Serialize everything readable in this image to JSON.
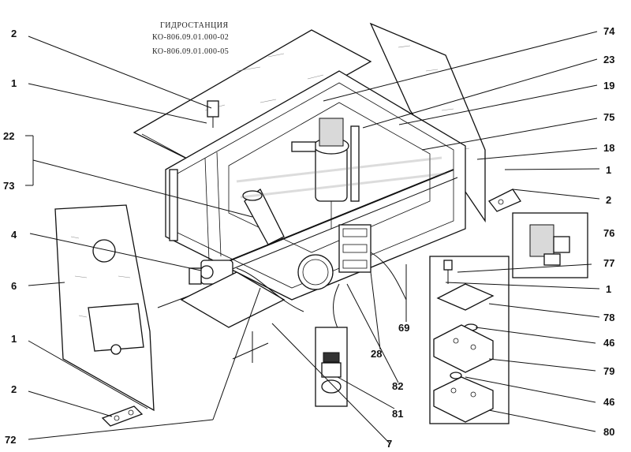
{
  "title": {
    "line1": "ГИДРОСТАНЦИЯ",
    "line2": "КО-806.09.01.000-02",
    "line3": "КО-806.09.01.000-05"
  },
  "callouts": {
    "c2_top": "2",
    "c1_top": "1",
    "c22": "22",
    "c73": "73",
    "c4": "4",
    "c6": "6",
    "c1_left": "1",
    "c2_left": "2",
    "c72": "72",
    "c74": "74",
    "c23": "23",
    "c19": "19",
    "c75": "75",
    "c18": "18",
    "c1_right": "1",
    "c2_right": "2",
    "c76": "76",
    "c77": "77",
    "c1_mid": "1",
    "c69": "69",
    "c28": "28",
    "c78": "78",
    "c46_top": "46",
    "c79": "79",
    "c82": "82",
    "c46_bot": "46",
    "c81": "81",
    "c80": "80",
    "c7": "7"
  }
}
